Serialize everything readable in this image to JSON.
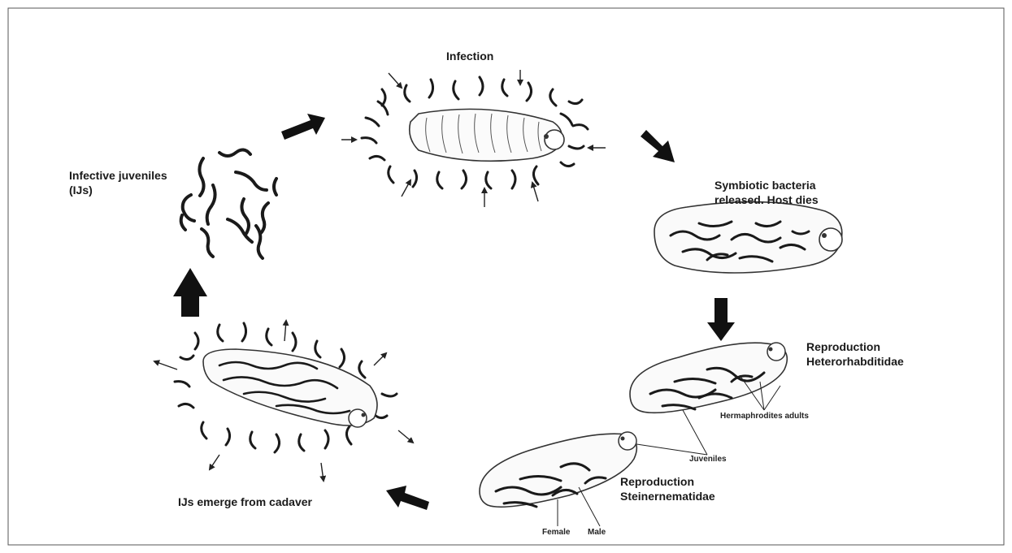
{
  "figure": {
    "stages": {
      "infection": "Infection",
      "infective_juveniles_line1": "Infective juveniles",
      "infective_juveniles_line2": "(IJs)",
      "symbiotic_line1": "Symbiotic bacteria",
      "symbiotic_line2": "released. Host dies",
      "repro_hetero_line1": "Reproduction",
      "repro_hetero_line2": "Heterorhabditidae",
      "repro_stein_line1": "Reproduction",
      "repro_stein_line2": "Steinernematidae",
      "emerge": "IJs emerge from cadaver"
    },
    "annotations": {
      "hermaphrodites": "Hermaphrodites adults",
      "juveniles": "Juveniles",
      "female": "Female",
      "male": "Male"
    }
  }
}
